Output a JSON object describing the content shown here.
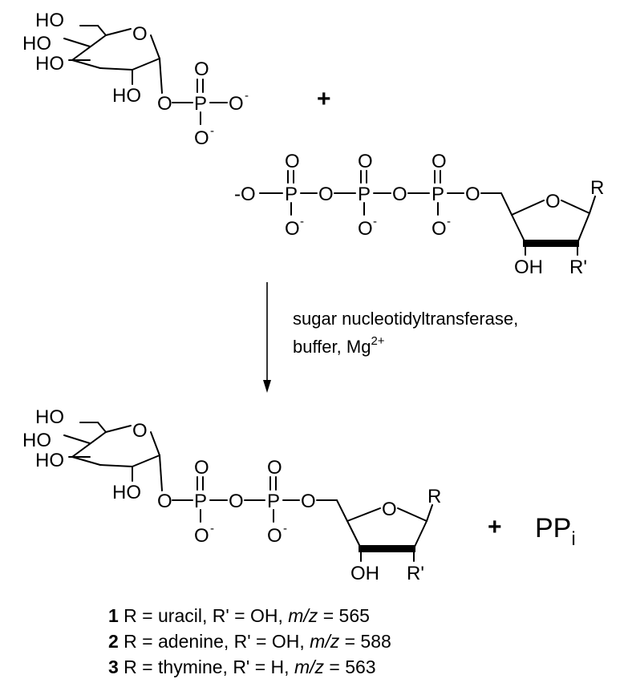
{
  "scheme": {
    "hexose_phosphate": {
      "hydroxyls": [
        "HO",
        "HO",
        "HO",
        "HO"
      ],
      "ring_oxygen": "O",
      "phosphate": {
        "bridge_o": "O",
        "p": "P",
        "oxo": "O",
        "anion_o": "O",
        "charge": "-"
      }
    },
    "plus_1": "+",
    "ntp": {
      "left_o": "-O",
      "p_atoms": [
        "P",
        "P",
        "P"
      ],
      "oxo": [
        "O",
        "O",
        "O"
      ],
      "anion_o": [
        "O",
        "O",
        "O"
      ],
      "charge": "-",
      "bridge_o": [
        "O",
        "O",
        "O"
      ],
      "ring_oxygen": "O",
      "r_label": "R",
      "oh_label": "OH",
      "r_prime_label": "R'"
    },
    "conditions": {
      "line1": "sugar nucleotidyltransferase,",
      "line2_main": "buffer, Mg",
      "line2_sup": "2+"
    },
    "product": {
      "hydroxyls": [
        "HO",
        "HO",
        "HO",
        "HO"
      ],
      "ring_oxygen": "O",
      "bridge_o": [
        "O",
        "O",
        "O"
      ],
      "p_atoms": [
        "P",
        "P"
      ],
      "oxo": [
        "O",
        "O"
      ],
      "anion_o": [
        "O",
        "O"
      ],
      "charge": "-",
      "furanose_oxygen": "O",
      "r_label": "R",
      "oh_label": "OH",
      "r_prime_label": "R'"
    },
    "plus_2": "+",
    "ppi": {
      "main": "PP",
      "sub": "i"
    },
    "compounds": [
      {
        "num": "1",
        "text_a": " R = uracil, R' = OH, ",
        "mz": "m/z",
        "text_b": " = 565"
      },
      {
        "num": "2",
        "text_a": " R = adenine, R' = OH, ",
        "mz": "m/z",
        "text_b": " = 588"
      },
      {
        "num": "3",
        "text_a": " R = thymine, R' = H, ",
        "mz": "m/z",
        "text_b": " = 563"
      }
    ]
  }
}
